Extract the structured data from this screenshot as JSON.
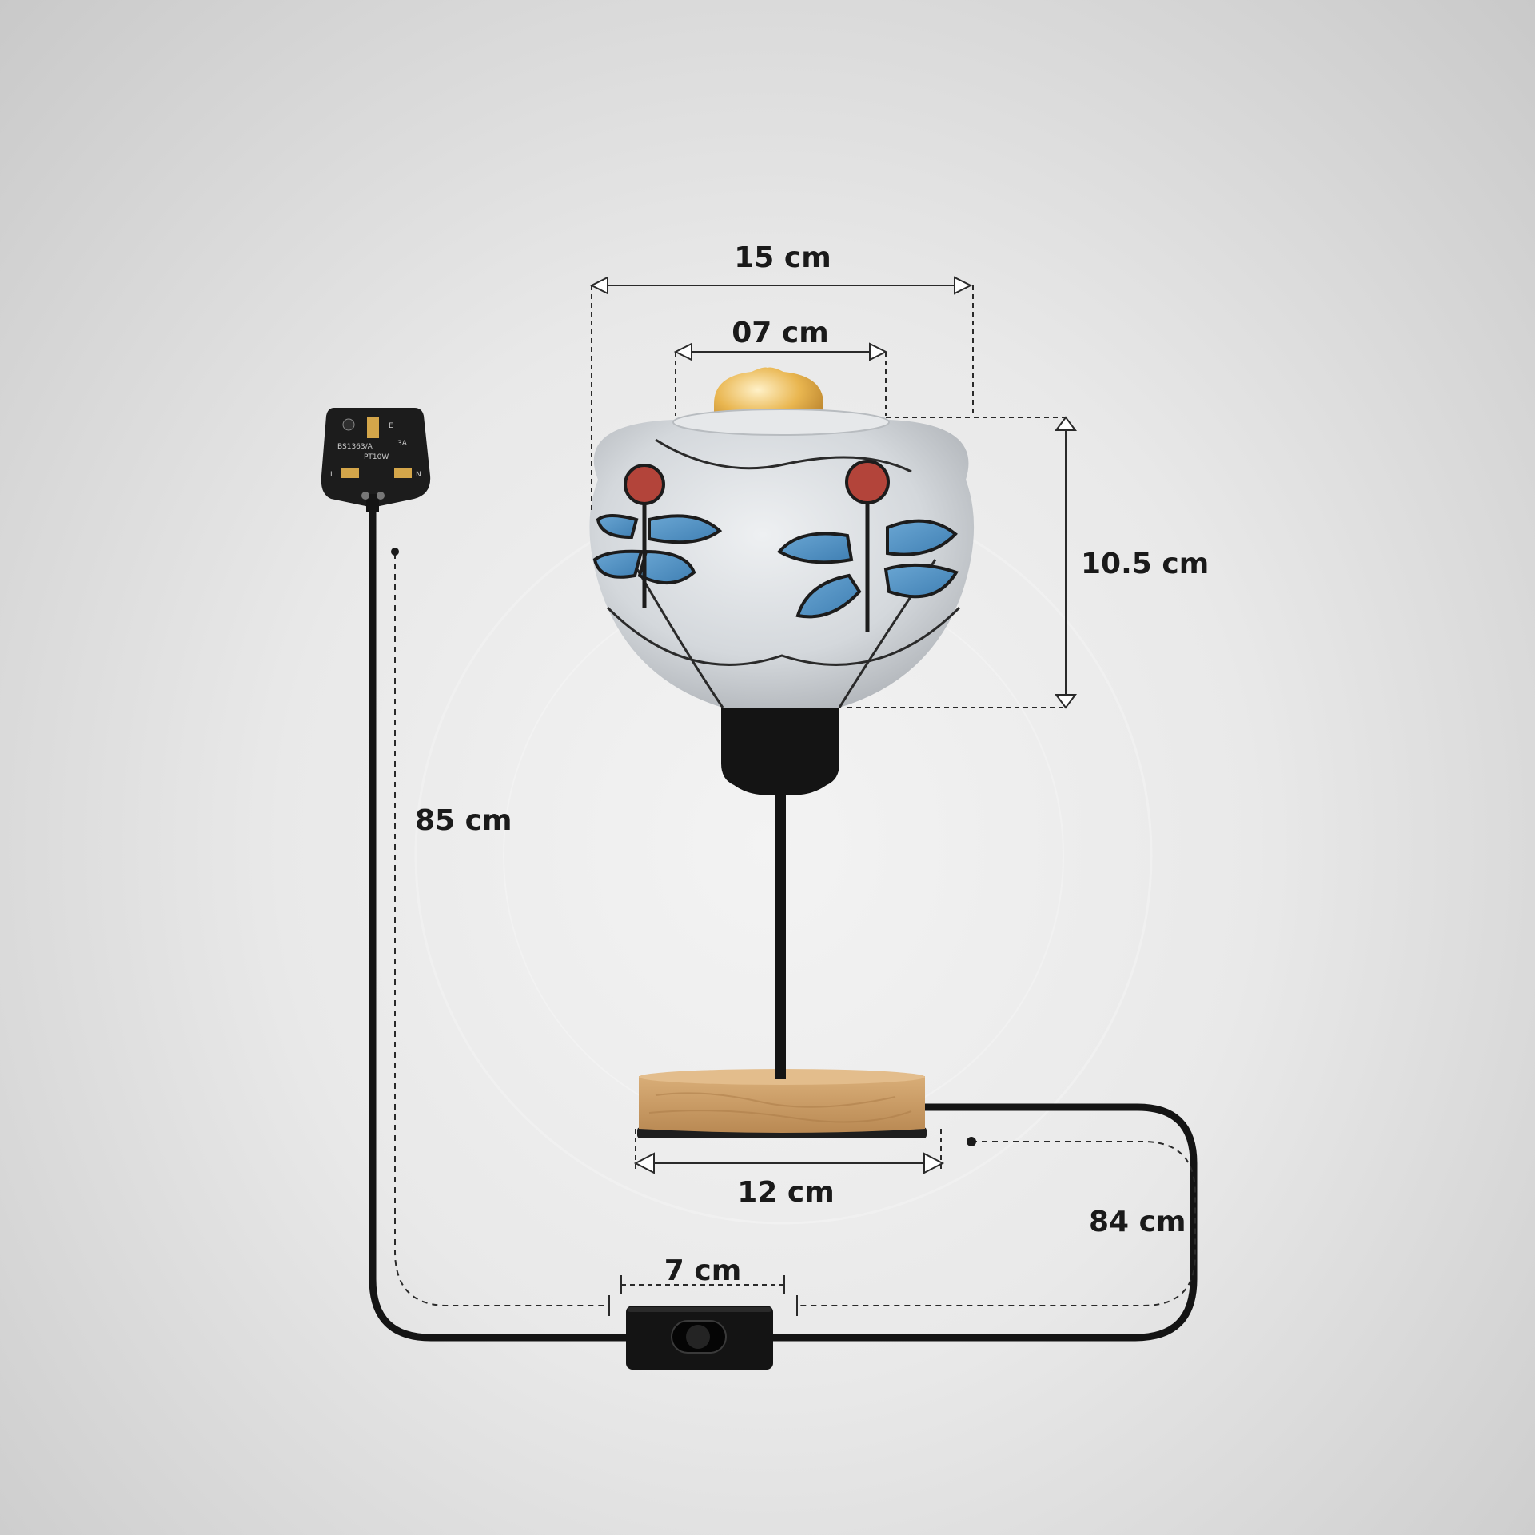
{
  "product": {
    "name": "table lamp with dragonfly glass globe shade",
    "palette": {
      "background": "#e9e9e9",
      "glass": "#d9dcdf",
      "dragonfly_wing": "#4f8fc2",
      "dragonfly_dot": "#b3443a",
      "metal": "#141414",
      "wood": "#c99a63",
      "bulb": "#e7b24a"
    }
  },
  "dimensions": {
    "shade_width": "15 cm",
    "shade_opening": "07 cm",
    "shade_height": "10.5 cm",
    "base_diameter": "12 cm",
    "cable_to_switch": "85 cm",
    "cable_from_switch": "84 cm",
    "switch_length": "7 cm"
  },
  "plug": {
    "standard": "BS1363/A",
    "marking": "PT10W",
    "earth": "E",
    "live": "L",
    "neutral": "N",
    "fuse_rating": "3A"
  },
  "icons": {
    "plug": "uk-plug-icon",
    "switch": "inline-rocker-switch-icon"
  }
}
